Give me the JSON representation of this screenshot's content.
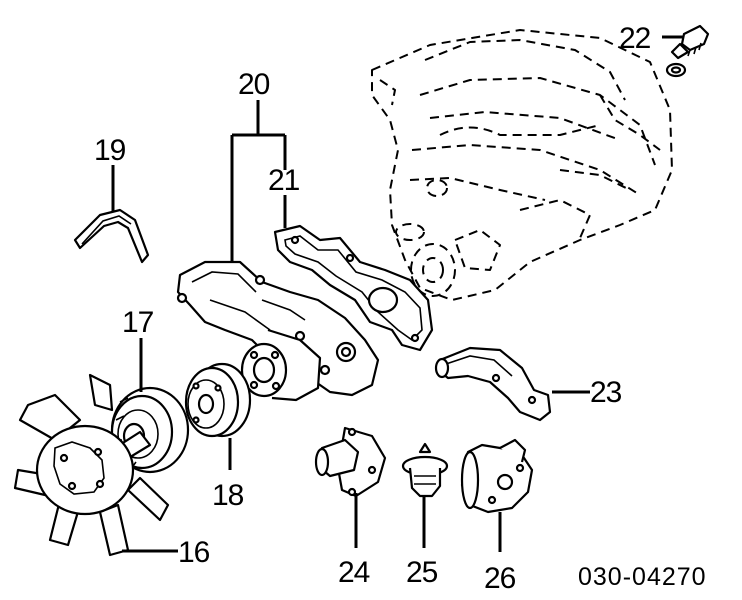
{
  "labels": {
    "l16": "16",
    "l17": "17",
    "l18": "18",
    "l19": "19",
    "l20": "20",
    "l21": "21",
    "l22": "22",
    "l23": "23",
    "l24": "24",
    "l25": "25",
    "l26": "26"
  },
  "diagram_code": "030-04270"
}
